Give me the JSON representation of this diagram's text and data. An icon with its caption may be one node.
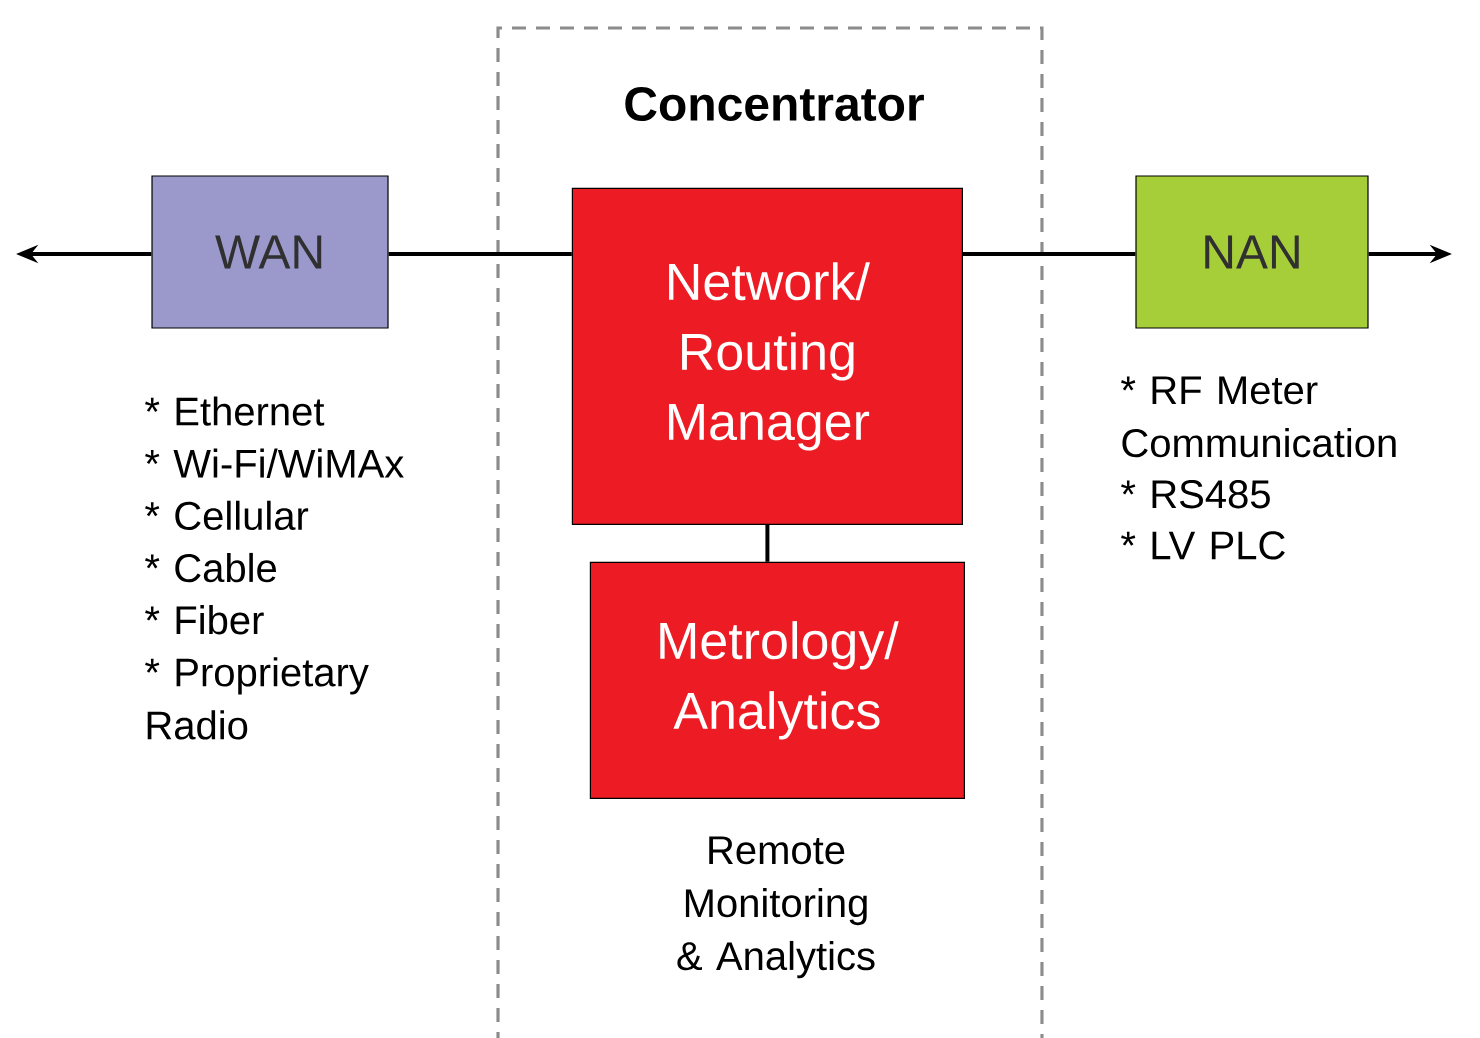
{
  "diagram": {
    "nodes": [
      {
        "text": [
          "Concentrator"
        ]
      },
      {
        "text": [
          "WAN"
        ],
        "beside": [
          "* Ethernet",
          "* Wi-Fi/WiMAx",
          "* Cellular",
          "* Cable",
          "* Fiber",
          "* Proprietary Radio"
        ]
      },
      {
        "text": [
          "Network/ Routing Manager"
        ],
        "in": 0
      },
      {
        "text": [
          "Metrology/ Analytics"
        ],
        "in": 0,
        "beside": [
          "Remote Monitoring & Analytics"
        ]
      },
      {
        "text": [
          "NAN"
        ],
        "beside": [
          "* RF Meter Communication",
          "* RS485",
          "* LV PLC"
        ]
      }
    ],
    "edges": [
      {
        "from": 1,
        "to": null,
        "arrow": "to"
      },
      {
        "from": 1,
        "to": 2,
        "arrow": "none"
      },
      {
        "from": 2,
        "to": 4,
        "arrow": "none"
      },
      {
        "from": 4,
        "to": null,
        "arrow": "to"
      },
      {
        "from": 2,
        "to": 3,
        "arrow": "none"
      }
    ]
  }
}
